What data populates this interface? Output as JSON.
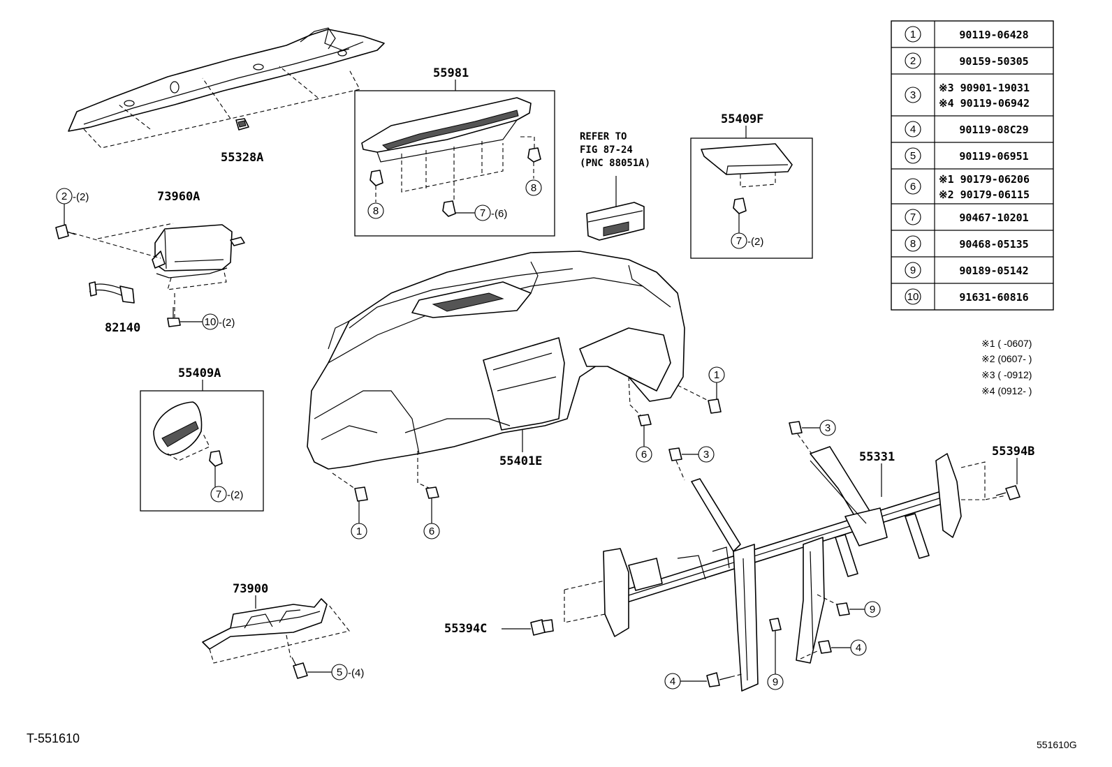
{
  "part_labels": {
    "p55328A": "55328A",
    "p73960A": "73960A",
    "p82140": "82140",
    "p55981": "55981",
    "p55409F": "55409F",
    "p55409A": "55409A",
    "p55401E": "55401E",
    "p55331": "55331",
    "p55394B": "55394B",
    "p55394C": "55394C",
    "p73900": "73900"
  },
  "refer_note": {
    "line1": "REFER TO",
    "line2": "FIG 87-24",
    "line3": "(PNC 88051A)"
  },
  "callouts": {
    "c2_top": {
      "num": "2",
      "qty": "-(2)"
    },
    "c10": {
      "num": "10",
      "qty": "-(2)"
    },
    "c8a": {
      "num": "8"
    },
    "c8b": {
      "num": "8"
    },
    "c7_55981": {
      "num": "7",
      "qty": "-(6)"
    },
    "c7_55409F": {
      "num": "7",
      "qty": "-(2)"
    },
    "c7_55409A": {
      "num": "7",
      "qty": "-(2)"
    },
    "c1_left": {
      "num": "1"
    },
    "c1_right": {
      "num": "1"
    },
    "c6_left": {
      "num": "6"
    },
    "c6_mid": {
      "num": "6"
    },
    "c3_mid": {
      "num": "3"
    },
    "c3_right": {
      "num": "3"
    },
    "c9_right": {
      "num": "9"
    },
    "c9_low": {
      "num": "9"
    },
    "c4_right": {
      "num": "4"
    },
    "c4_low": {
      "num": "4"
    },
    "c5": {
      "num": "5",
      "qty": "-(4)"
    }
  },
  "parts_table": [
    {
      "num": "1",
      "lines": [
        "90119-06428"
      ]
    },
    {
      "num": "2",
      "lines": [
        "90159-50305"
      ]
    },
    {
      "num": "3",
      "lines": [
        "※3 90901-19031",
        "※4 90119-06942"
      ]
    },
    {
      "num": "4",
      "lines": [
        "90119-08C29"
      ]
    },
    {
      "num": "5",
      "lines": [
        "90119-06951"
      ]
    },
    {
      "num": "6",
      "lines": [
        "※1 90179-06206",
        "※2 90179-06115"
      ]
    },
    {
      "num": "7",
      "lines": [
        "90467-10201"
      ]
    },
    {
      "num": "8",
      "lines": [
        "90468-05135"
      ]
    },
    {
      "num": "9",
      "lines": [
        "90189-05142"
      ]
    },
    {
      "num": "10",
      "lines": [
        "91631-60816"
      ]
    }
  ],
  "notes": [
    "※1 (    -0607)",
    "※2 (0607-    )",
    "※3 (    -0912)",
    "※4 (0912-    )"
  ],
  "footer": {
    "left": "T-551610",
    "right": "551610G"
  }
}
